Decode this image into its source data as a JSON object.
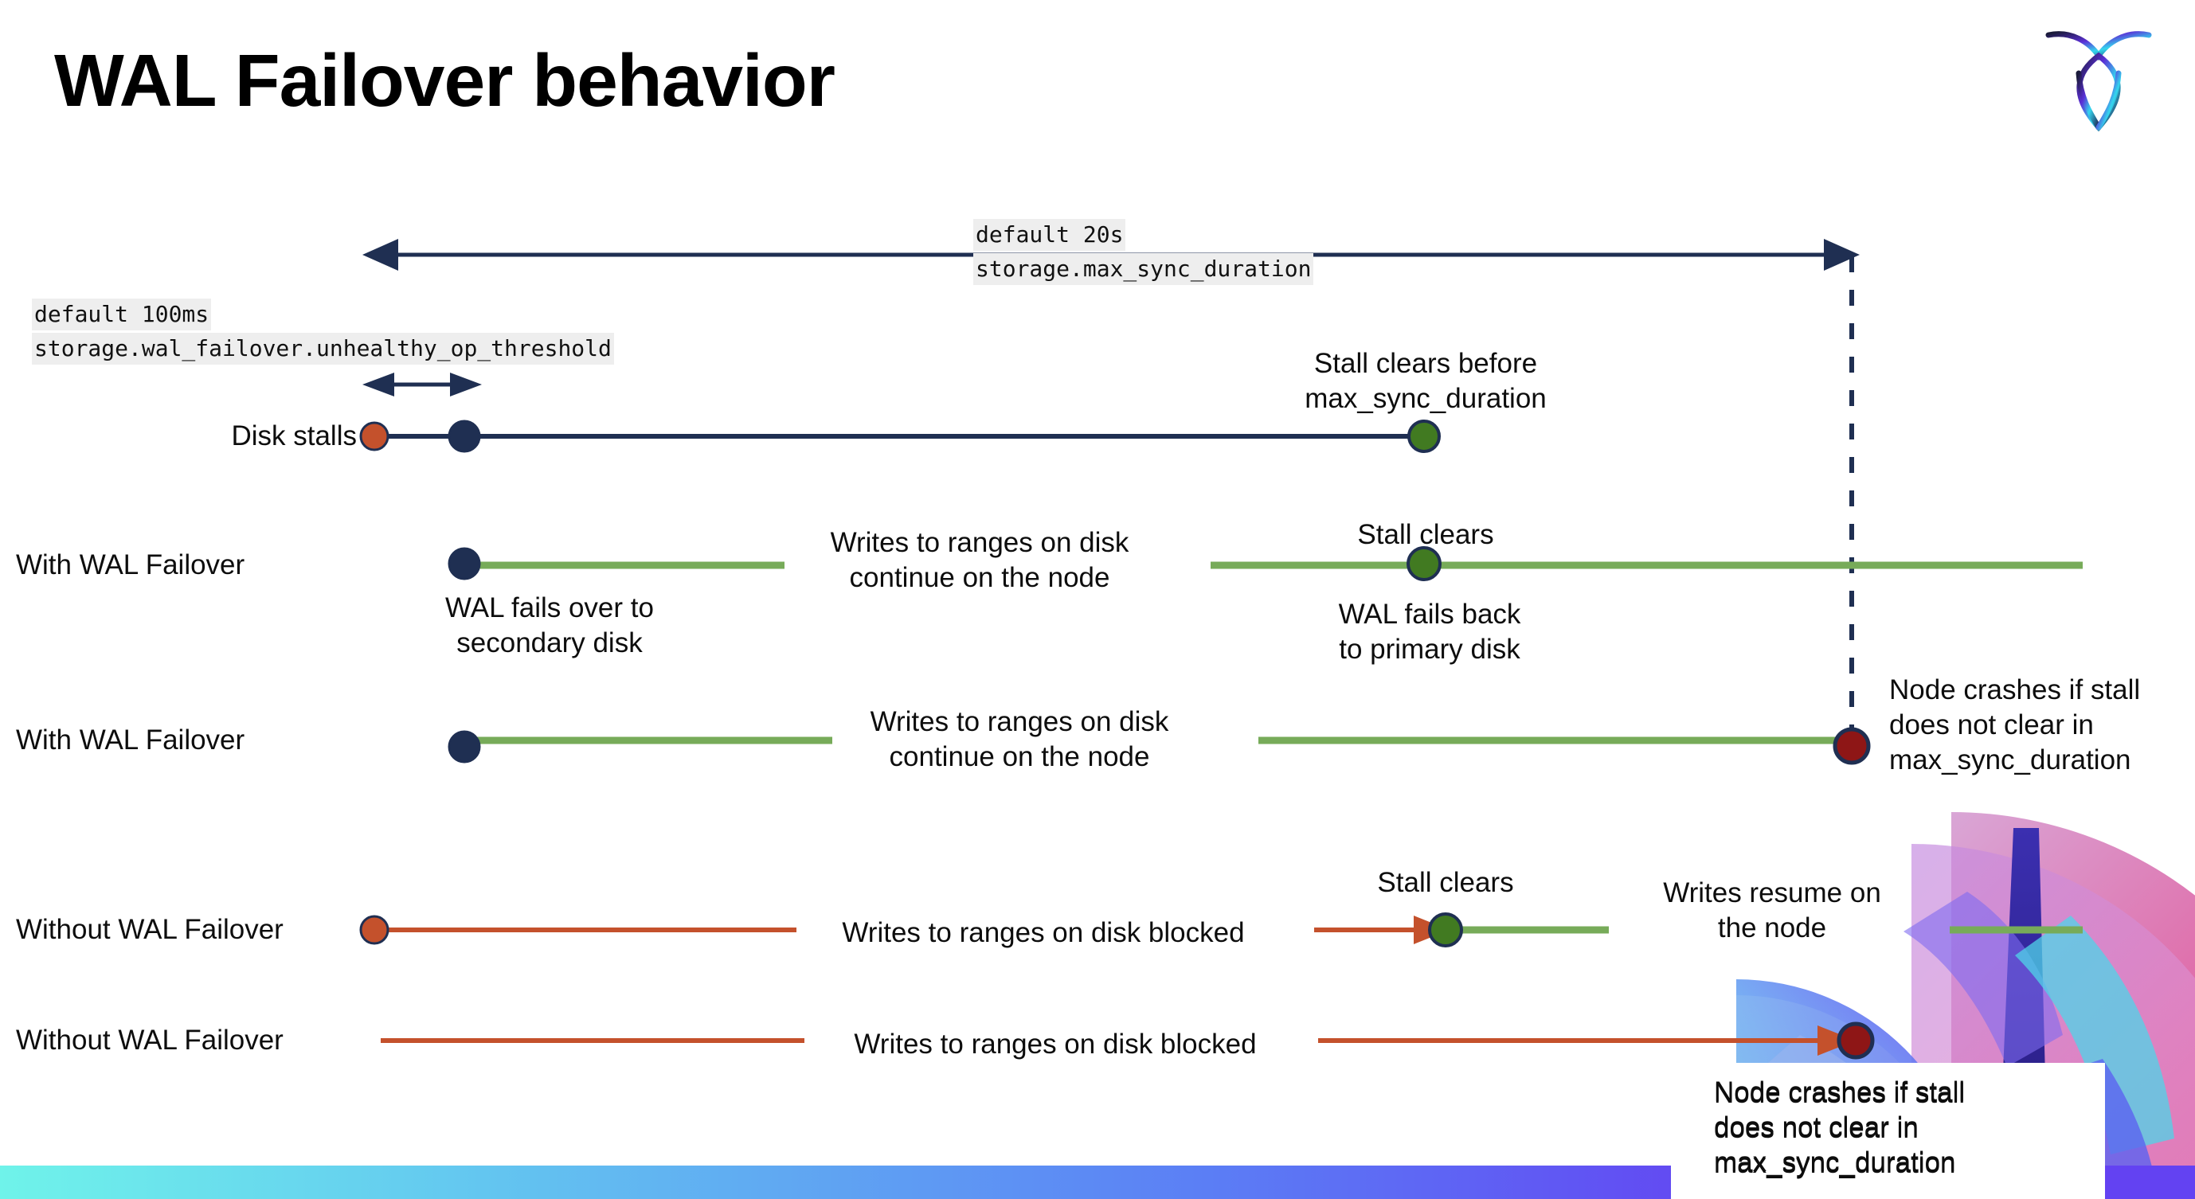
{
  "slide": {
    "title": "WAL Failover behavior",
    "logo_name": "cockroachdb-logo",
    "background": "#ffffff",
    "accent_bar_colors": [
      "#6ff3ea",
      "#63c6f0",
      "#5b7ef5",
      "#6342f2"
    ]
  },
  "settings": {
    "max_sync_duration": {
      "default_label": "default 20s",
      "setting_name": "storage.max_sync_duration"
    },
    "unhealthy_op_threshold": {
      "default_label": "default 100ms",
      "setting_name": "storage.wal_failover.unhealthy_op_threshold"
    }
  },
  "colors": {
    "navy": "#1f2f52",
    "green_line": "#77ab59",
    "green_dot": "#417a21",
    "orange": "#c4512c",
    "red_dot": "#8e1616",
    "code_bg": "#eeeeee"
  },
  "rows": [
    {
      "id": "disk-stalls",
      "label": "Disk stalls",
      "annotations": [
        "Stall clears before\nmax_sync_duration"
      ]
    },
    {
      "id": "with-wal-failover-clears",
      "label": "With WAL Failover",
      "annotations": [
        "Writes to ranges on disk\ncontinue on the node",
        "Stall clears",
        "WAL fails over to\nsecondary disk",
        "WAL fails  back\nto primary disk"
      ]
    },
    {
      "id": "with-wal-failover-crash",
      "label": "With WAL Failover",
      "annotations": [
        "Writes to ranges on disk\ncontinue on the node",
        "Node crashes if stall\ndoes not clear in\nmax_sync_duration"
      ]
    },
    {
      "id": "without-wal-failover-clears",
      "label": "Without WAL Failover",
      "annotations": [
        "Writes to ranges on disk  blocked",
        "Stall clears",
        "Writes resume on\nthe node"
      ]
    },
    {
      "id": "without-wal-failover-crash",
      "label": "Without WAL Failover",
      "annotations": [
        "Writes to ranges on disk  blocked",
        "Node crashes if stall\ndoes not clear in\nmax_sync_duration"
      ]
    }
  ],
  "labels": {
    "disk_stalls": "Disk stalls",
    "with_wal_failover_1": "With WAL Failover",
    "with_wal_failover_2": "With WAL Failover",
    "without_wal_failover_1": "Without WAL Failover",
    "without_wal_failover_2": "Without WAL Failover",
    "stall_clears_before_max": "Stall clears before\nmax_sync_duration",
    "writes_continue_1": "Writes to ranges on disk\ncontinue on the node",
    "writes_continue_2": "Writes to ranges on disk\ncontinue on the node",
    "stall_clears_row2": "Stall clears",
    "wal_fails_over": "WAL fails over to\nsecondary disk",
    "wal_fails_back": "WAL fails  back\nto primary disk",
    "node_crashes_1": "Node crashes if stall\ndoes not clear in\nmax_sync_duration",
    "writes_blocked_1": "Writes to ranges on disk  blocked",
    "stall_clears_row4": "Stall clears",
    "writes_resume": "Writes resume on\nthe node",
    "writes_blocked_2": "Writes to ranges on disk  blocked",
    "node_crashes_2": "Node crashes if stall\ndoes not clear in\nmax_sync_duration"
  }
}
